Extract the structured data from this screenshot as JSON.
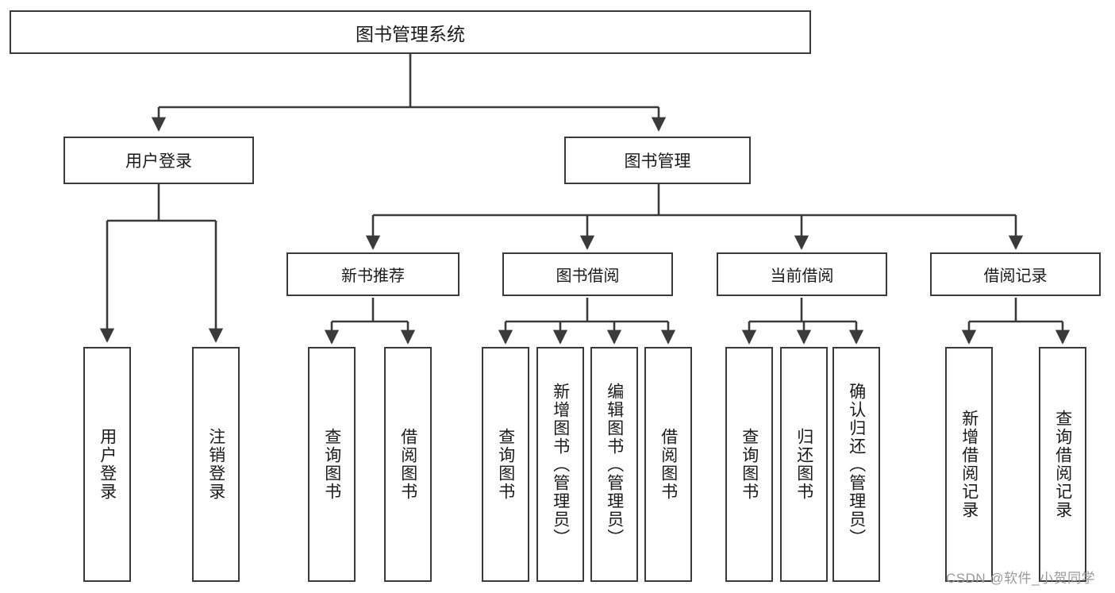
{
  "diagram": {
    "type": "hierarchy-tree",
    "title": "图书管理系统",
    "root": {
      "label": "图书管理系统"
    },
    "level1": [
      {
        "label": "用户登录"
      },
      {
        "label": "图书管理"
      }
    ],
    "level2": [
      {
        "label": "新书推荐"
      },
      {
        "label": "图书借阅"
      },
      {
        "label": "当前借阅"
      },
      {
        "label": "借阅记录"
      }
    ],
    "leaves": {
      "user_login": [
        {
          "label": "用户登录"
        },
        {
          "label": "注销登录"
        }
      ],
      "new_book_recommend": [
        {
          "label": "查询图书"
        },
        {
          "label": "借阅图书"
        }
      ],
      "book_borrow": [
        {
          "label": "查询图书"
        },
        {
          "label": "新增图书（管理员）"
        },
        {
          "label": "编辑图书（管理员）"
        },
        {
          "label": "借阅图书"
        }
      ],
      "current_borrow": [
        {
          "label": "查询图书"
        },
        {
          "label": "归还图书"
        },
        {
          "label": "确认归还（管理员）"
        }
      ],
      "borrow_record": [
        {
          "label": "新增借阅记录"
        },
        {
          "label": "查询借阅记录"
        }
      ]
    }
  },
  "watermark": {
    "text": "CSDN @软件_小贺同学"
  },
  "colors": {
    "stroke": "#3a3a3a",
    "background": "#ffffff",
    "text": "#1a1a1a",
    "watermark": "#9a9a9a"
  }
}
